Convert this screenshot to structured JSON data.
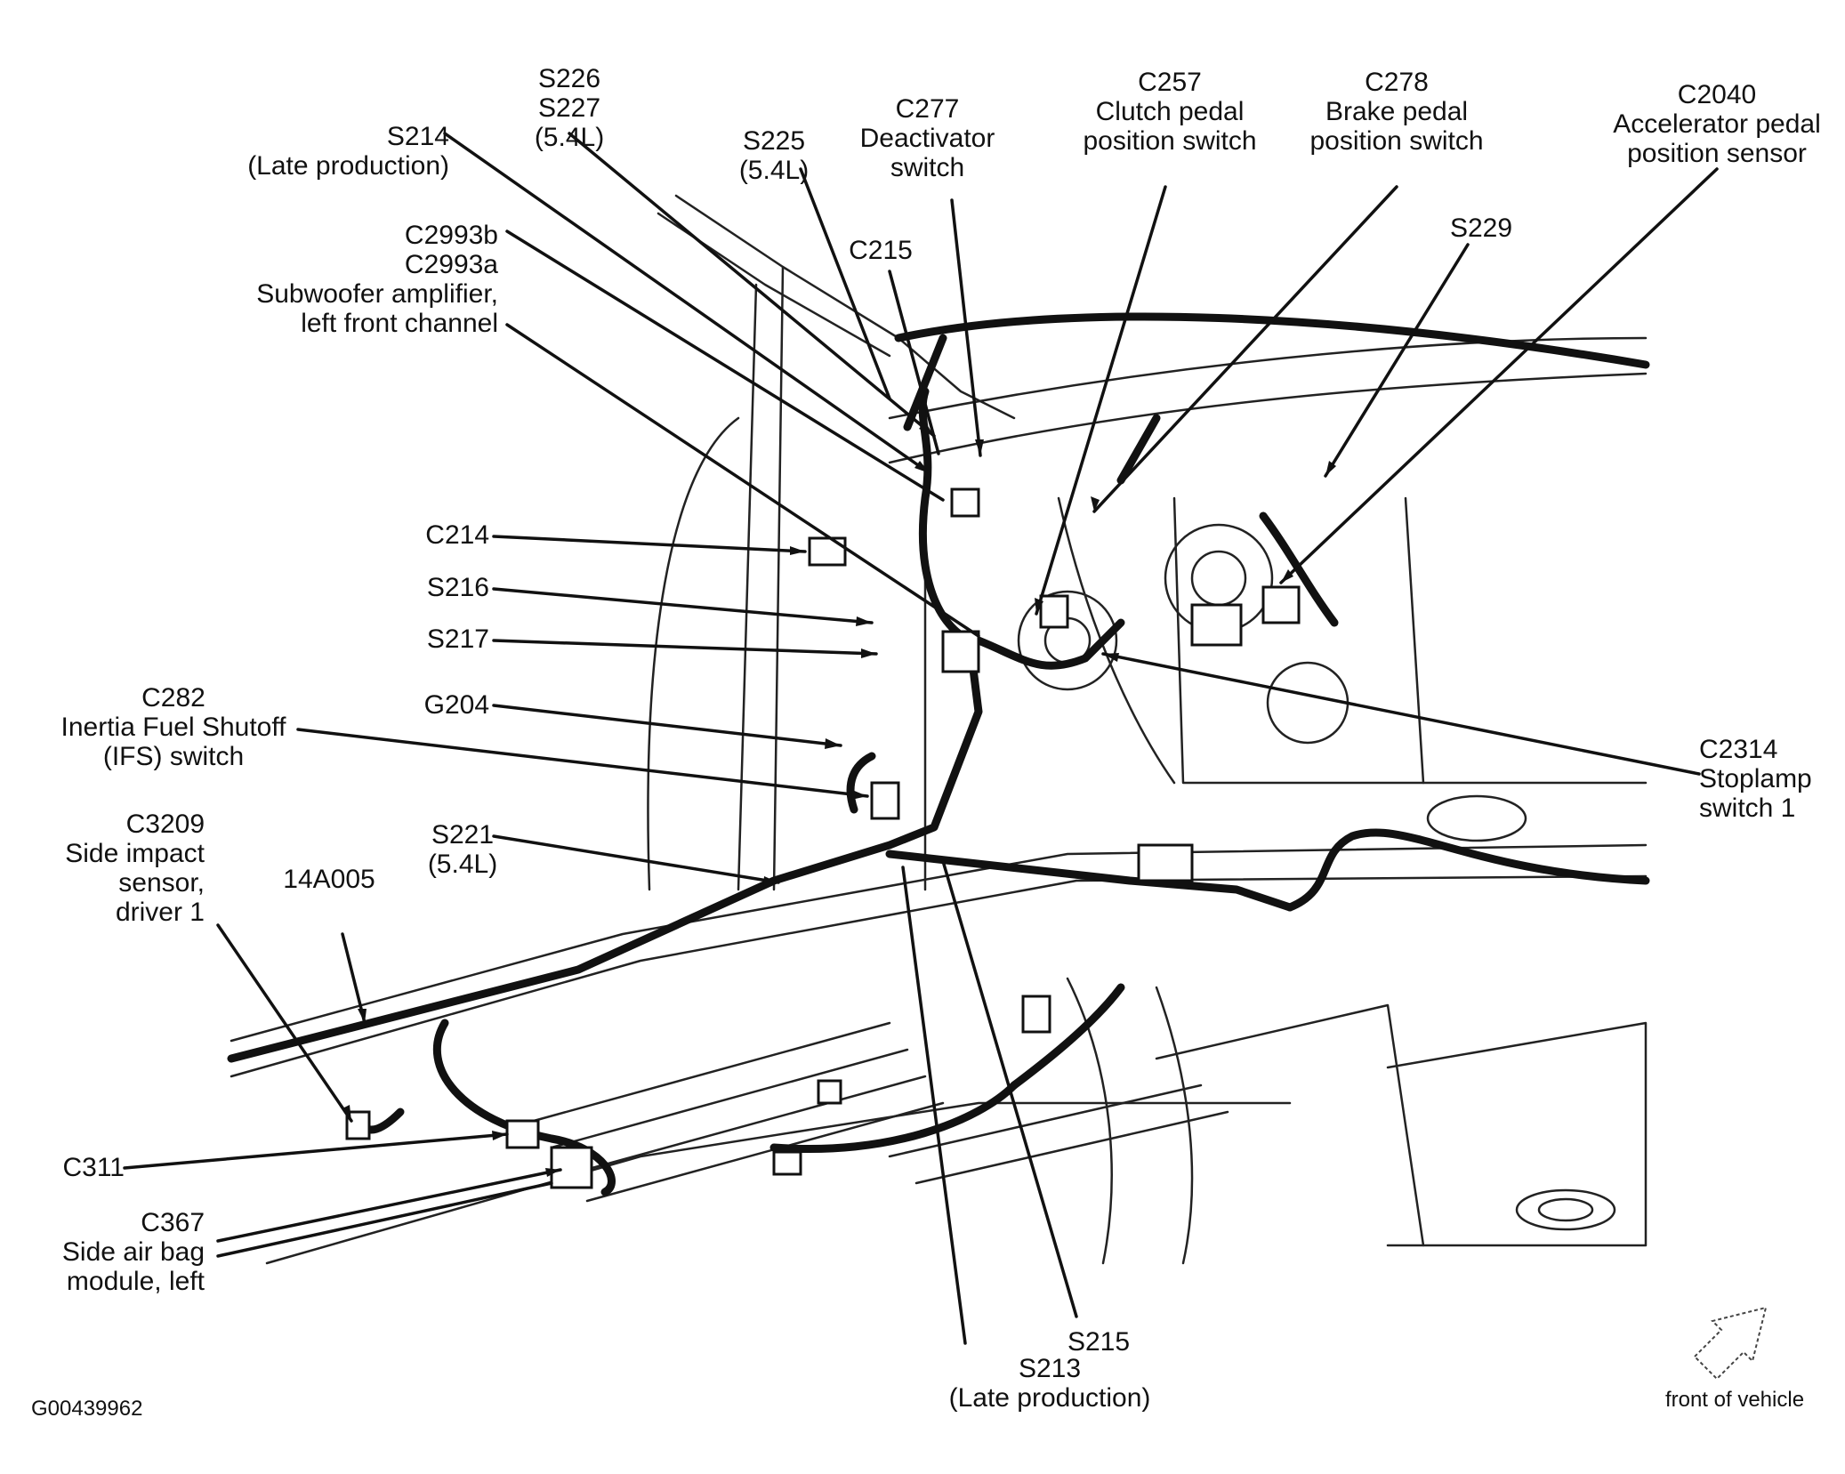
{
  "labels": {
    "s226": [
      "S226",
      "S227",
      "(5.4L)"
    ],
    "s214": [
      "S214",
      "(Late production)"
    ],
    "s225": [
      "S225",
      "(5.4L)"
    ],
    "c277": [
      "C277",
      "Deactivator",
      "switch"
    ],
    "c257": [
      "C257",
      "Clutch pedal",
      "position switch"
    ],
    "c278": [
      "C278",
      "Brake pedal",
      "position switch"
    ],
    "c2040": [
      "C2040",
      "Accelerator pedal",
      "position sensor"
    ],
    "s229": [
      "S229"
    ],
    "c215": [
      "C215"
    ],
    "c2993": [
      "C2993b",
      "C2993a",
      "Subwoofer amplifier,",
      "left front channel"
    ],
    "c214": [
      "C214"
    ],
    "s216": [
      "S216"
    ],
    "s217": [
      "S217"
    ],
    "g204": [
      "G204"
    ],
    "c282": [
      "C282",
      "Inertia Fuel Shutoff",
      "(IFS) switch"
    ],
    "c3209": [
      "C3209",
      "Side impact",
      "sensor,",
      "driver 1"
    ],
    "a14005": [
      "14A005"
    ],
    "s221": [
      "S221",
      "(5.4L)"
    ],
    "c2314": [
      "C2314",
      "Stoplamp",
      "switch 1"
    ],
    "c311": [
      "C311"
    ],
    "c367": [
      "C367",
      "Side air bag",
      "module, left"
    ],
    "s213": [
      "S213",
      "(Late production)"
    ],
    "s215": [
      "S215"
    ],
    "figure_id": [
      "G00439962"
    ],
    "front": [
      "front of vehicle"
    ]
  },
  "icons": {
    "front_arrow": "diagonal-arrow-icon"
  },
  "colors": {
    "line": "#111111",
    "background": "#ffffff"
  }
}
